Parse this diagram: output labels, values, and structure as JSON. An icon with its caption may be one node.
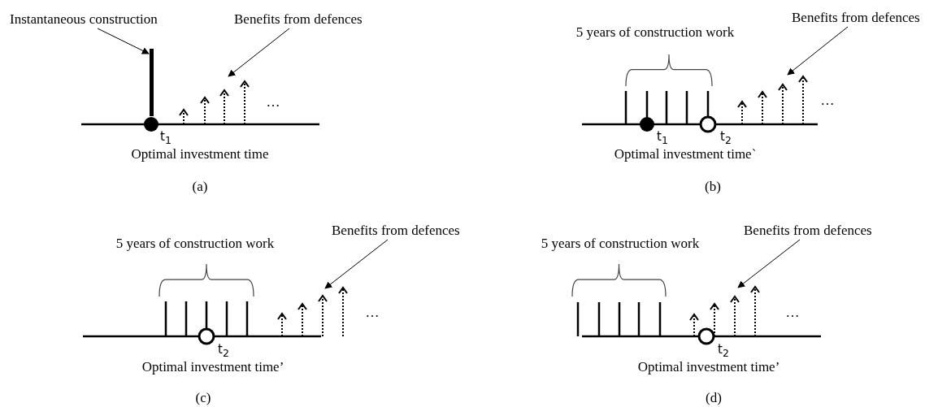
{
  "diagram": {
    "nodes": [
      {
        "text": [
          "Instantaneous construction"
        ]
      },
      {
        "text": [],
        "shape": "bar"
      },
      {
        "text": [
          "Benefits from defences"
        ]
      },
      {
        "text": [
          "Benefits from defences"
        ]
      },
      {
        "text": [
          "Benefits from defences"
        ]
      },
      {
        "text": [
          "Benefits from defences"
        ]
      }
    ],
    "edges": [
      {
        "from": 0,
        "to": 1,
        "arrow": "to"
      },
      {
        "from": 2,
        "to": null,
        "arrow": "to"
      },
      {
        "from": 3,
        "to": null,
        "arrow": "to"
      },
      {
        "from": 4,
        "to": null,
        "arrow": "to"
      },
      {
        "from": 5,
        "to": null,
        "arrow": "to"
      }
    ],
    "labels": [
      "…",
      "t$_{1}$",
      "Optimal investment time",
      "(a)",
      "5 years of construction work",
      "…",
      "t$_{1}$",
      "t$_{2}$",
      "Optimal investment time`",
      "(b)",
      "5 years of construction work",
      "…",
      "t$_{2}$",
      "Optimal investment time’",
      "(c)",
      "5 years of construction work",
      "…",
      "t$_{2}$",
      "Optimal investment time’",
      "(d)"
    ]
  }
}
